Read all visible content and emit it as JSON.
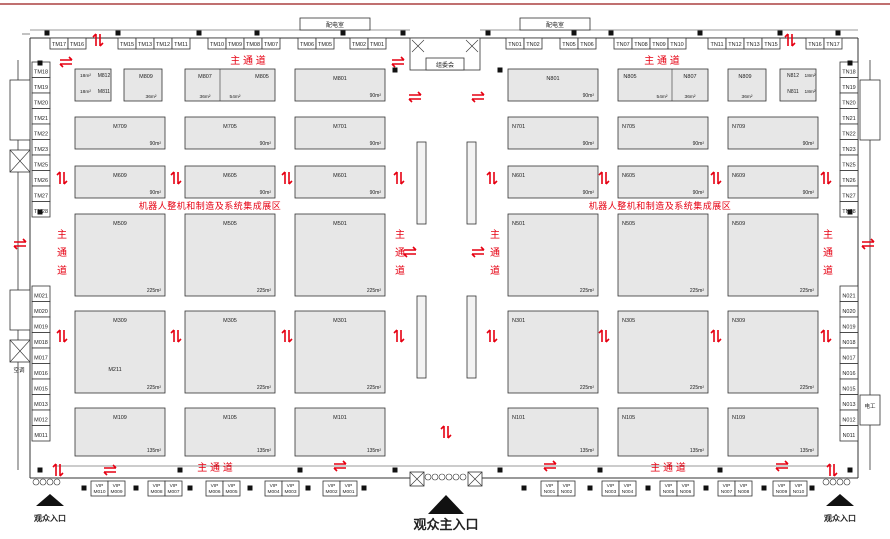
{
  "top_labels": {
    "power_left": "配电室",
    "power_right": "配电室",
    "office": "组委会"
  },
  "zone_titles": {
    "left": "机器人整机和制造及系统集成展区",
    "right": "机器人整机和制造及系统集成展区"
  },
  "main_passage": "主通道",
  "entrances": {
    "left": "观众入口",
    "right": "观众入口",
    "main": "观众主入口"
  },
  "small_labels": {
    "aircon": "空调",
    "electrician": "电工"
  },
  "colors": {
    "accent": "#e60012",
    "booth": "#e7e7e7",
    "stroke": "#333333"
  },
  "small_booths": {
    "top_left": [
      "TM17",
      "TM16",
      "TM15",
      "TM13",
      "TM12",
      "TM11",
      "TM10",
      "TM09",
      "TM08",
      "TM07",
      "TM06",
      "TM05",
      "TM02",
      "TM01"
    ],
    "top_right": [
      "TN01",
      "TN02",
      "TN05",
      "TN06",
      "TN07",
      "TN08",
      "TN09",
      "TN10",
      "TN11",
      "TN12",
      "TN13",
      "TN15",
      "TN16",
      "TN17"
    ],
    "left_upper": [
      "TM18",
      "TM19",
      "TM20",
      "TM21",
      "TM22",
      "TM23",
      "TM25",
      "TM26",
      "TM27",
      "TM28"
    ],
    "right_upper": [
      "TN18",
      "TN19",
      "TN20",
      "TN21",
      "TN22",
      "TN23",
      "TN25",
      "TN26",
      "TN27",
      "TN28"
    ],
    "left_lower": [
      "M021",
      "M020",
      "M019",
      "M018",
      "M017",
      "M016",
      "M015",
      "M013",
      "M012",
      "M011"
    ],
    "right_lower": [
      "N021",
      "N020",
      "N019",
      "N018",
      "N017",
      "N016",
      "N015",
      "N013",
      "N012",
      "N011"
    ],
    "vip_left": [
      [
        "VIP",
        "M010"
      ],
      [
        "VIP",
        "M009"
      ],
      [
        "VIP",
        "M008"
      ],
      [
        "VIP",
        "M007"
      ],
      [
        "VIP",
        "M006"
      ],
      [
        "VIP",
        "M005"
      ],
      [
        "VIP",
        "M004"
      ],
      [
        "VIP",
        "M003"
      ],
      [
        "VIP",
        "M002"
      ],
      [
        "VIP",
        "M001"
      ]
    ],
    "vip_right": [
      [
        "VIP",
        "N001"
      ],
      [
        "VIP",
        "N002"
      ],
      [
        "VIP",
        "N003"
      ],
      [
        "VIP",
        "N004"
      ],
      [
        "VIP",
        "N005"
      ],
      [
        "VIP",
        "N006"
      ],
      [
        "VIP",
        "N007"
      ],
      [
        "VIP",
        "N008"
      ],
      [
        "VIP",
        "N009"
      ],
      [
        "VIP",
        "N010"
      ]
    ]
  },
  "row_left_top": [
    {
      "id": "M812",
      "area": "18m²"
    },
    {
      "id": "M811",
      "area": "18m²"
    },
    {
      "id": "M809",
      "area": "36m²"
    },
    {
      "id": "M807",
      "area": "36m²"
    },
    {
      "id": "M805",
      "area": "54m²"
    },
    {
      "id": "M801",
      "area": "90m²"
    }
  ],
  "row_right_top": [
    {
      "id": "N801",
      "area": "90m²"
    },
    {
      "id": "N805",
      "area": "54m²"
    },
    {
      "id": "N807",
      "area": "36m²"
    },
    {
      "id": "N809",
      "area": "36m²"
    },
    {
      "id": "N812",
      "area": "18m²"
    },
    {
      "id": "N811",
      "area": "18m²"
    }
  ],
  "booths_90": [
    {
      "id": "M709",
      "area": "90m²"
    },
    {
      "id": "M705",
      "area": "90m²"
    },
    {
      "id": "M701",
      "area": "90m²"
    },
    {
      "id": "N701",
      "area": "90m²"
    },
    {
      "id": "N705",
      "area": "90m²"
    },
    {
      "id": "N709",
      "area": "90m²"
    },
    {
      "id": "M609",
      "area": "90m²"
    },
    {
      "id": "M605",
      "area": "90m²"
    },
    {
      "id": "M601",
      "area": "90m²"
    },
    {
      "id": "N601",
      "area": "90m²"
    },
    {
      "id": "N605",
      "area": "90m²"
    },
    {
      "id": "N609",
      "area": "90m²"
    }
  ],
  "booths_225": [
    {
      "id": "M509",
      "area": "225m²"
    },
    {
      "id": "M505",
      "area": "225m²"
    },
    {
      "id": "M501",
      "area": "225m²"
    },
    {
      "id": "N501",
      "area": "225m²"
    },
    {
      "id": "N505",
      "area": "225m²"
    },
    {
      "id": "N509",
      "area": "225m²"
    },
    {
      "id": "M309",
      "area": "225m²",
      "extra": "M211"
    },
    {
      "id": "M305",
      "area": "225m²"
    },
    {
      "id": "M301",
      "area": "225m²"
    },
    {
      "id": "N301",
      "area": "225m²"
    },
    {
      "id": "N305",
      "area": "225m²"
    },
    {
      "id": "N309",
      "area": "225m²"
    }
  ],
  "booths_135": [
    {
      "id": "M109",
      "area": "135m²"
    },
    {
      "id": "M105",
      "area": "135m²"
    },
    {
      "id": "M101",
      "area": "135m²"
    },
    {
      "id": "N101",
      "area": "135m²"
    },
    {
      "id": "N105",
      "area": "135m²"
    },
    {
      "id": "N109",
      "area": "135m²"
    }
  ]
}
